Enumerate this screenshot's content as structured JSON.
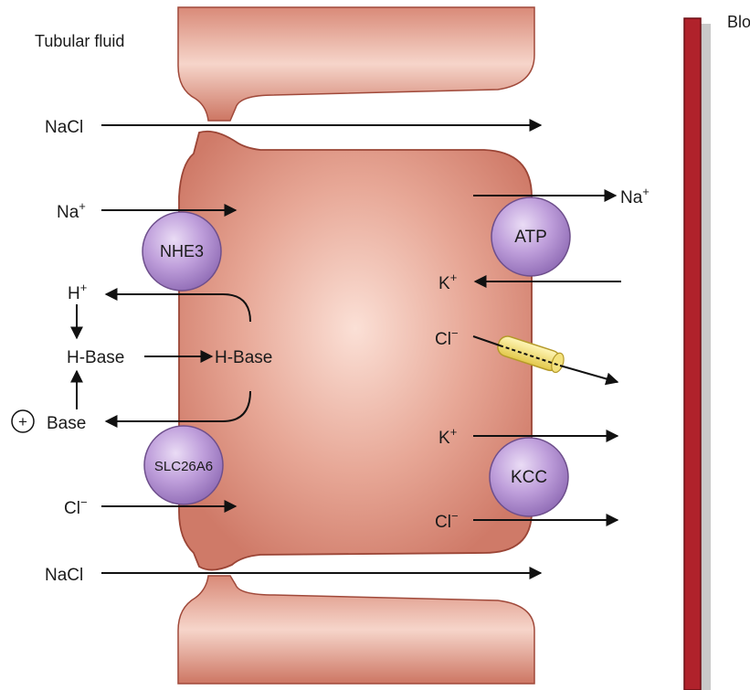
{
  "diagram": {
    "tubular_fluid_label": "Tubular fluid",
    "blood_label": "Blo",
    "colors": {
      "cell_fill": "#d98a7a",
      "cell_stroke": "#9b4536",
      "transporter_fill": "#b597cf",
      "transporter_stroke": "#6e4f8c",
      "channel_fill": "#f1e27a",
      "blood_vessel": "#b0222b",
      "arrow": "#111111"
    },
    "paracellular": {
      "top_label": "NaCl",
      "bottom_label": "NaCl"
    },
    "apical": {
      "na_label": "Na",
      "na_sup": "+",
      "nhe3_label": "NHE3",
      "h_label": "H",
      "h_sup": "+",
      "hbase_outside_label": "H-Base",
      "hbase_inside_label": "H-Base",
      "plus_symbol": "+",
      "base_label": "Base",
      "slc_label": "SLC26A6",
      "cl_label": "Cl",
      "cl_sup": "−"
    },
    "basolateral": {
      "atp_label": "ATP",
      "na_out_label": "Na",
      "na_out_sup": "+",
      "k_in_label": "K",
      "k_in_sup": "+",
      "cl_channel_label": "Cl",
      "cl_channel_sup": "−",
      "k_out_label": "K",
      "k_out_sup": "+",
      "kcc_label": "KCC",
      "cl_out_label": "Cl",
      "cl_out_sup": "−"
    }
  }
}
